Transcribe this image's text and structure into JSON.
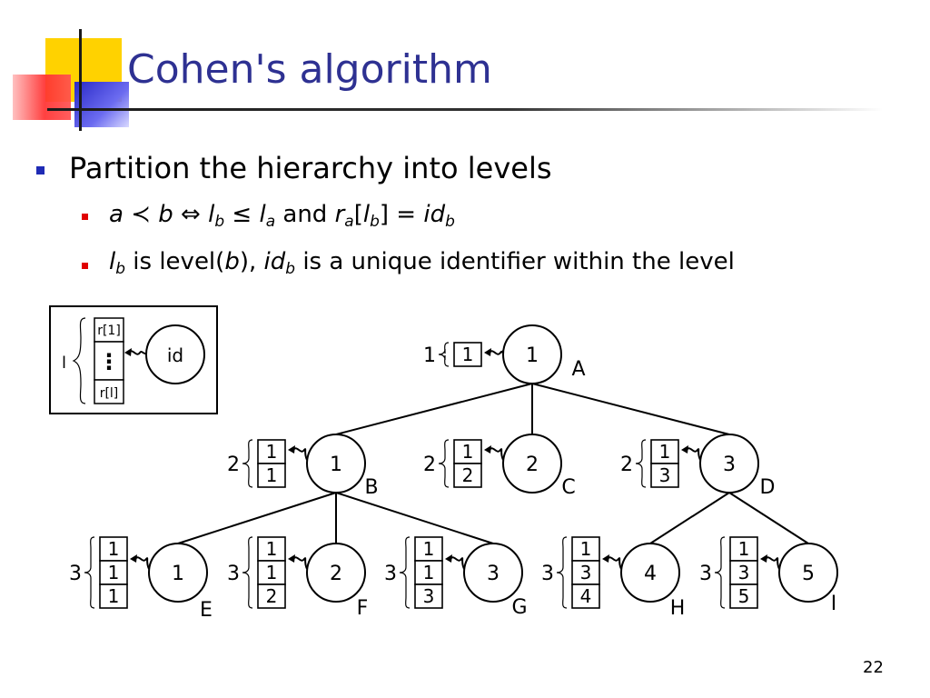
{
  "title": "Cohen's algorithm",
  "bullets": {
    "main": "Partition the hierarchy into levels",
    "line1": {
      "a": "a",
      "prec": "≺",
      "b": "b",
      "iff": "⇔",
      "l": "l",
      "b_sub": "b",
      "le": "≤",
      "l2": "l",
      "a_sub": "a",
      "and": "and",
      "r": "r",
      "a_sub2": "a",
      "bracket_open": "[",
      "l3": "l",
      "b_sub2": "b",
      "bracket_close": "] =",
      "id": "id",
      "b_sub3": "b"
    },
    "line2": {
      "l": "l",
      "b_sub": "b",
      "is_level": "is level(",
      "b": "b",
      "close": "),",
      "id": "id",
      "b_sub2": "b",
      "rest": "is a unique identifier within the level"
    }
  },
  "legend": {
    "level_label": "l",
    "top_cell": "r[1]",
    "ellipsis": "⋮",
    "bottom_cell": "r[l]",
    "node_label": "id"
  },
  "nodes": [
    {
      "key": "A",
      "name": "A",
      "id": "1",
      "level": "1",
      "cells": [
        "1"
      ]
    },
    {
      "key": "B",
      "name": "B",
      "id": "1",
      "level": "2",
      "cells": [
        "1",
        "1"
      ]
    },
    {
      "key": "C",
      "name": "C",
      "id": "2",
      "level": "2",
      "cells": [
        "1",
        "2"
      ]
    },
    {
      "key": "D",
      "name": "D",
      "id": "3",
      "level": "2",
      "cells": [
        "1",
        "3"
      ]
    },
    {
      "key": "E",
      "name": "E",
      "id": "1",
      "level": "3",
      "cells": [
        "1",
        "1",
        "1"
      ]
    },
    {
      "key": "F",
      "name": "F",
      "id": "2",
      "level": "3",
      "cells": [
        "1",
        "1",
        "2"
      ]
    },
    {
      "key": "G",
      "name": "G",
      "id": "3",
      "level": "3",
      "cells": [
        "1",
        "1",
        "3"
      ]
    },
    {
      "key": "H",
      "name": "H",
      "id": "4",
      "level": "3",
      "cells": [
        "1",
        "3",
        "4"
      ]
    },
    {
      "key": "I",
      "name": "I",
      "id": "5",
      "level": "3",
      "cells": [
        "1",
        "3",
        "5"
      ]
    }
  ],
  "edges": [
    [
      "A",
      "B"
    ],
    [
      "A",
      "C"
    ],
    [
      "A",
      "D"
    ],
    [
      "B",
      "E"
    ],
    [
      "B",
      "F"
    ],
    [
      "B",
      "G"
    ],
    [
      "D",
      "H"
    ],
    [
      "D",
      "I"
    ]
  ],
  "slide_number": "22",
  "colors": {
    "title": "#2e3192",
    "bullet_main": "#1f2bb5",
    "bullet_sub": "#e00000"
  }
}
